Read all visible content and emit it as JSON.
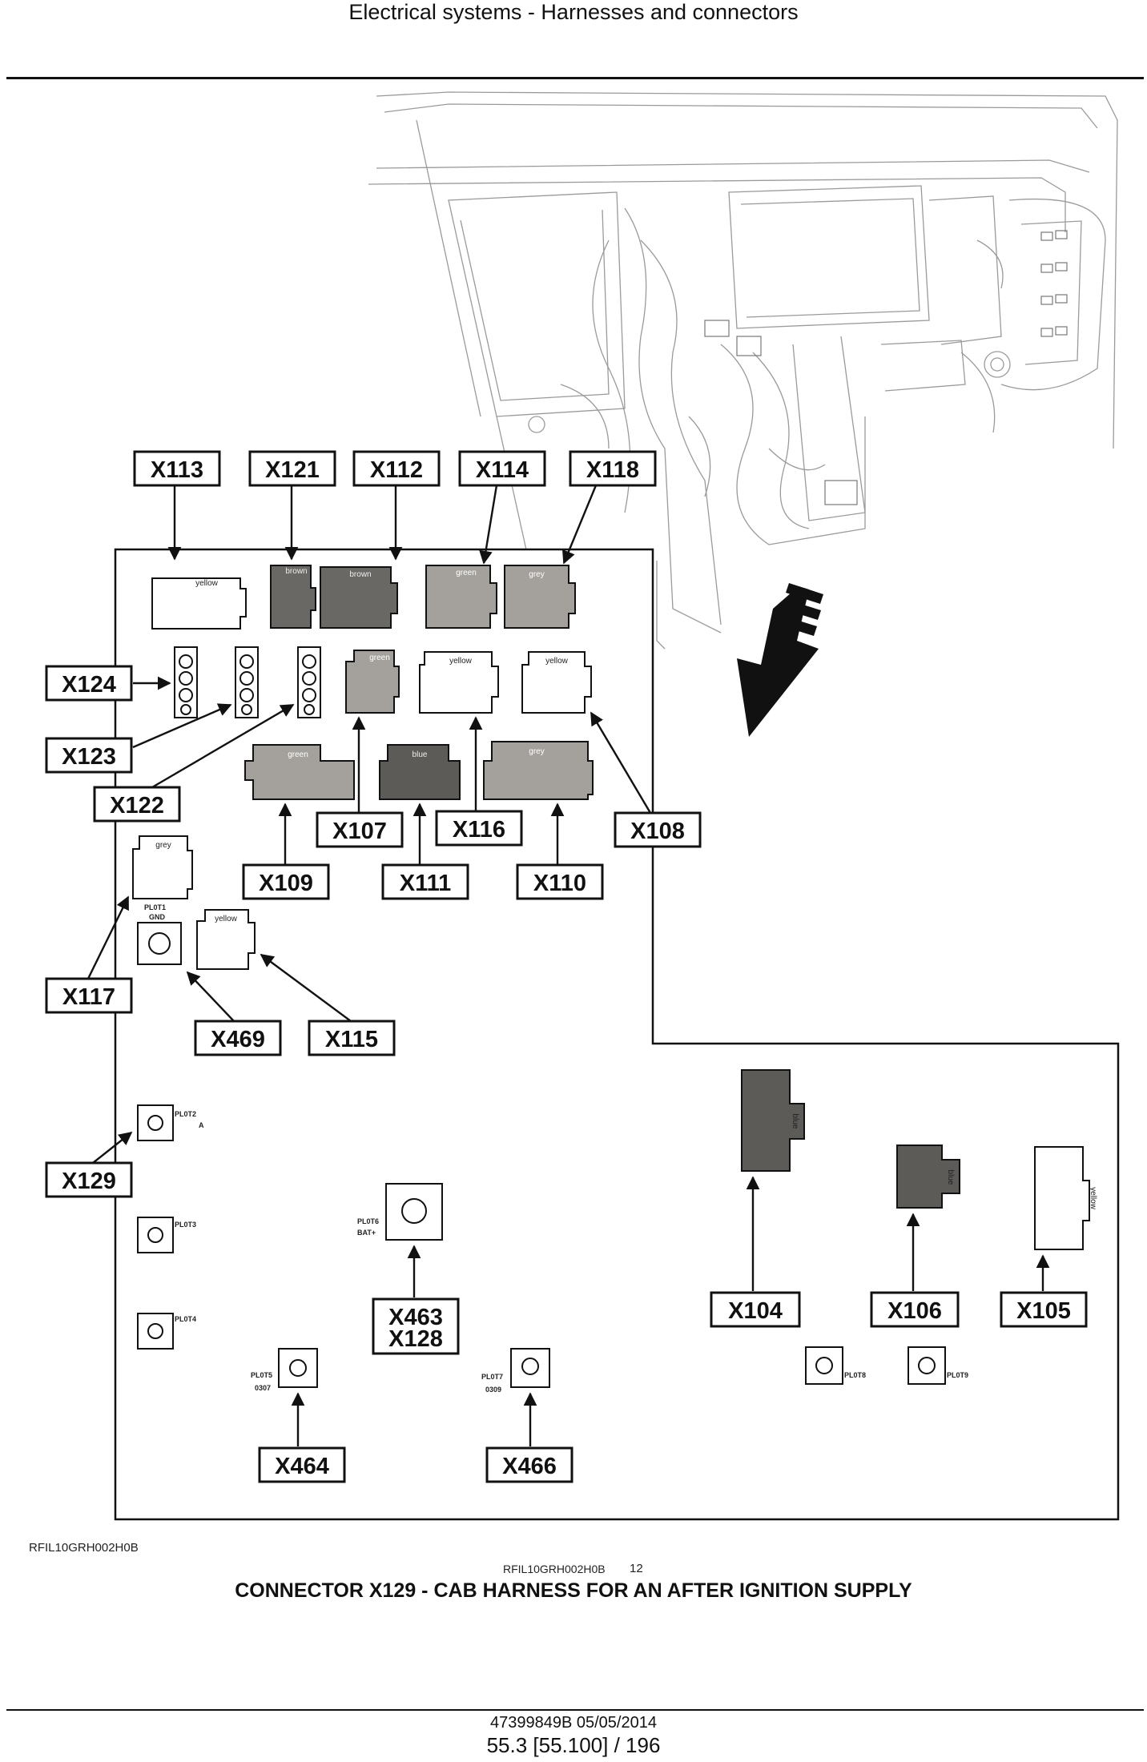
{
  "header": {
    "title": "Electrical systems - Harnesses and connectors"
  },
  "figure": {
    "connector_labels": [
      "X113",
      "X121",
      "X112",
      "X114",
      "X118",
      "X124",
      "X123",
      "X122",
      "X107",
      "X116",
      "X108",
      "X109",
      "X111",
      "X110",
      "X117",
      "X469",
      "X115",
      "X129",
      "X463",
      "X128",
      "X104",
      "X106",
      "X105",
      "X464",
      "X466"
    ],
    "colour_labels": {
      "x113": "yellow",
      "x121": "brown",
      "x112": "brown",
      "x114": "green",
      "x118": "grey",
      "x107": "green",
      "x116": "yellow",
      "x108": "yellow",
      "x109": "green",
      "x111": "blue",
      "x110": "grey",
      "x117": "grey",
      "x115": "yellow",
      "x104": "blue",
      "x106": "blue",
      "x105": "yellow"
    },
    "plate_labels": {
      "plot1": "PL0T1",
      "plot1_sub": "GND",
      "plot2": "PL0T2",
      "plot2_sub": "A",
      "plot3": "PL0T3",
      "plot4": "PL0T4",
      "plot5": "PL0T5",
      "plot5_sub": "0307",
      "plot6": "PL0T6",
      "plot6_sub": "BAT+",
      "plot7": "PL0T7",
      "plot7_sub": "0309",
      "plot8": "PL0T8",
      "plot9": "PL0T9"
    },
    "colors": {
      "brown": "#6a6865",
      "green": "#a4a19c",
      "grey": "#a4a19c",
      "blue": "#5d5b58",
      "yellow": "#ffffff"
    }
  },
  "figure_ref_left": "RFIL10GRH002H0B",
  "figure_ref_center": "RFIL10GRH002H0B",
  "figure_number": "12",
  "caption": "CONNECTOR X129 - CAB HARNESS FOR AN AFTER IGNITION SUPPLY",
  "footer": {
    "doc_id": "47399849B 05/05/2014",
    "page": "55.3 [55.100] / 196"
  }
}
